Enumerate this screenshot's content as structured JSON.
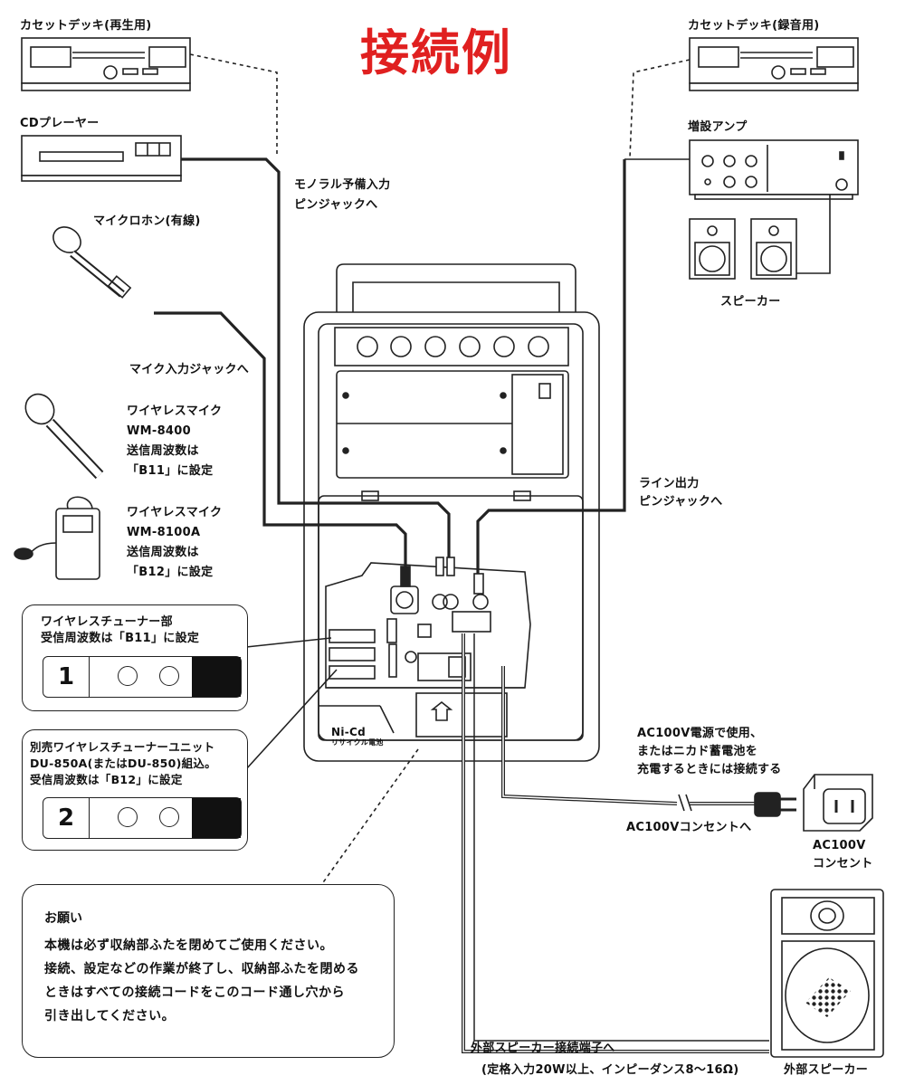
{
  "title": "接続例",
  "labels": {
    "cassette_play": "カセットデッキ(再生用)",
    "cassette_rec": "カセットデッキ(録音用)",
    "cd_player": "CDプレーヤー",
    "mic_wired": "マイクロホン(有線)",
    "mono_input_1": "モノラル予備入力",
    "mono_input_2": "ピンジャックへ",
    "ext_amp": "増設アンプ",
    "speakers": "スピーカー",
    "mic_jack": "マイク入力ジャックへ",
    "wm8400": [
      "ワイヤレスマイク",
      "WM-8400",
      "送信周波数は",
      "「B11」に設定"
    ],
    "wm8100a": [
      "ワイヤレスマイク",
      "WM-8100A",
      "送信周波数は",
      "「B12」に設定"
    ],
    "line_out_1": "ライン出力",
    "line_out_2": "ピンジャックへ",
    "tuner1": [
      "ワイヤレスチューナー部",
      "受信周波数は「B11」に設定"
    ],
    "tuner1_num": "1",
    "tuner2": [
      "別売ワイヤレスチューナーユニット",
      "DU-850A(またはDU-850)組込。",
      "受信周波数は「B12」に設定"
    ],
    "tuner2_num": "2",
    "ac_note": [
      "AC100V電源で使用、",
      "またはニカド蓄電池を",
      "充電するときには接続する"
    ],
    "ac_outlet_to": "AC100Vコンセントへ",
    "ac_outlet": [
      "AC100V",
      "コンセント"
    ],
    "nicd": "Ni-Cd",
    "recycle": "リサイクル電池",
    "ext_speaker_terminal": "外部スピーカー接続端子へ",
    "ext_speaker_rating": "(定格入力20W以上、インピーダンス8～16Ω)",
    "ext_speaker": "外部スピーカー"
  },
  "notice": {
    "heading": "お願い",
    "lines": [
      "本機は必ず収納部ふたを閉めてご使用ください。",
      "接続、設定などの作業が終了し、収納部ふたを閉める",
      "ときはすべての接続コードをこのコード通し穴から",
      "引き出してください。"
    ]
  },
  "colors": {
    "title": "#e02020",
    "line": "#222222"
  }
}
